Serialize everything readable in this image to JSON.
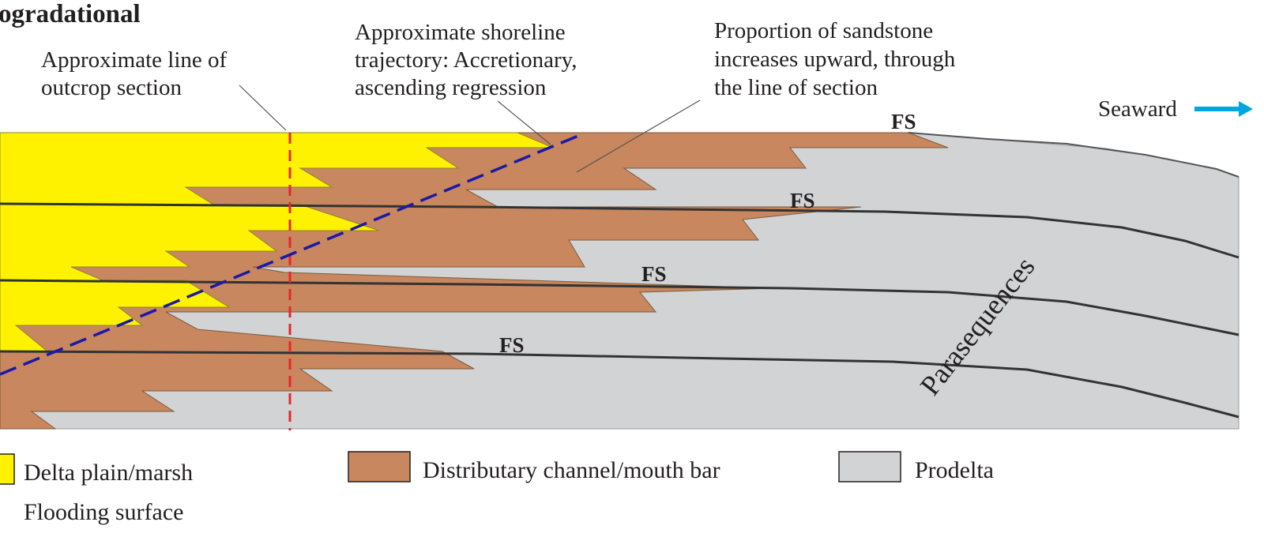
{
  "title": "ogradational",
  "annotations": {
    "outcrop": [
      "Approximate line of",
      "outcrop section"
    ],
    "shoreline": [
      "Approximate shoreline",
      "trajectory: Accretionary,",
      "ascending regression"
    ],
    "sandstone": [
      "Proportion of sandstone",
      "increases upward, through",
      "the line of section"
    ],
    "seaward": "Seaward",
    "parasequences": "Parasequences"
  },
  "flooding_surface_labels": [
    "FS",
    "FS",
    "FS",
    "FS"
  ],
  "legend": {
    "delta_plain": "Delta plain/marsh",
    "distributary": "Distributary channel/mouth bar",
    "prodelta": "Prodelta",
    "flooding_surface": "Flooding surface"
  },
  "colors": {
    "delta_plain": "#fff200",
    "distributary": "#c8875e",
    "prodelta": "#d1d3d4",
    "flooding_surface_line": "#333333",
    "outcrop_line": "#e8262b",
    "shoreline_trajectory": "#1a1aa6",
    "seaward_arrow": "#00a6e0"
  }
}
